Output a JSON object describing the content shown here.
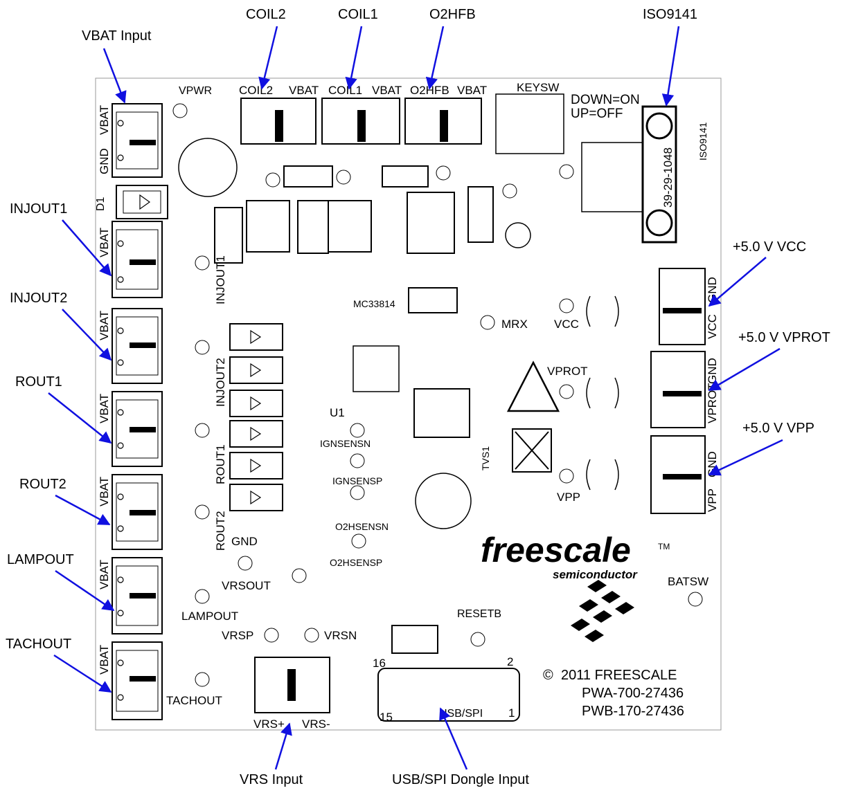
{
  "callouts": {
    "vbat_input": "VBAT Input",
    "coil2": "COIL2",
    "coil1": "COIL1",
    "o2hfb": "O2HFB",
    "iso9141": "ISO9141",
    "injout1": "INJOUT1",
    "injout2": "INJOUT2",
    "rout1": "ROUT1",
    "rout2": "ROUT2",
    "lampout": "LAMPOUT",
    "tachout": "TACHOUT",
    "vcc": "+5.0 V VCC",
    "vprot": "+5.0 V VPROT",
    "vpp": "+5.0 V VPP",
    "vrs_input": "VRS Input",
    "usb_input": "USB/SPI Dongle Input"
  },
  "board": {
    "vpwr": "VPWR",
    "keysw": "KEYSW",
    "down_on": "DOWN=ON",
    "up_off": "UP=OFF",
    "iso_side": "ISO9141",
    "conn_part": "39-29-1048",
    "coil2_hdr": "COIL2",
    "coil1_hdr": "COIL1",
    "o2hfb_hdr": "O2HFB",
    "vbat_hdr": "VBAT",
    "mc": "MC33814",
    "mrx": "MRX",
    "vcc": "VCC",
    "vprot": "VPROT",
    "vpp": "VPP",
    "gnd": "GND",
    "vrsout": "VRSOUT",
    "lampout": "LAMPOUT",
    "tachout": "TACHOUT",
    "vrsp": "VRSP",
    "vrsn": "VRSN",
    "vrs_plus": "VRS+",
    "vrs_minus": "VRS-",
    "usb_spi": "USB/SPI",
    "resetb": "RESETB",
    "batsw": "BATSW",
    "u1": "U1",
    "ignsensn": "IGNSENSN",
    "ignsensp": "IGNSENSP",
    "o2hsensn": "O2HSENSN",
    "o2hsensp": "O2HSENSP",
    "tvs1": "TVS1",
    "pin_16": "16",
    "pin_15": "15",
    "pin_2": "2",
    "pin_1": "1"
  },
  "brand": {
    "name": "freescale",
    "tm": "TM",
    "sub": "semiconductor",
    "copyright": "2011 FREESCALE",
    "pwa": "PWA-700-27436",
    "pwb": "PWB-170-27436"
  },
  "colors": {
    "arrow": "#1010e0",
    "ink": "#000000"
  }
}
